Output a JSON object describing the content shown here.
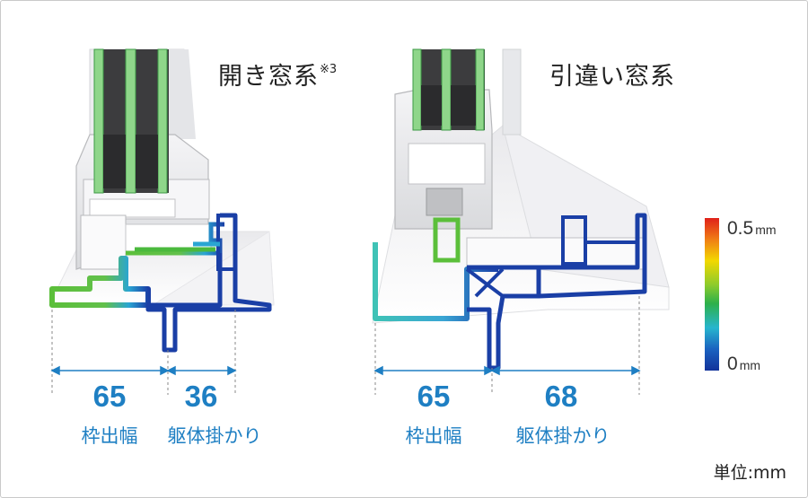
{
  "left": {
    "title": "開き窓系",
    "title_note": "※3",
    "dim_frame_value": "65",
    "dim_frame_label": "枠出幅",
    "dim_body_value": "36",
    "dim_body_label": "躯体掛かり"
  },
  "right": {
    "title": "引違い窓系",
    "dim_frame_value": "65",
    "dim_frame_label": "枠出幅",
    "dim_body_value": "68",
    "dim_body_label": "躯体掛かり"
  },
  "legend": {
    "max_value": "0.5",
    "min_value": "0",
    "unit": "mm",
    "colors": [
      "#e0201a",
      "#f07d15",
      "#f2d800",
      "#8ccb2c",
      "#2db04a",
      "#27b5ce",
      "#1a62c0",
      "#12329a"
    ]
  },
  "unit_note": "単位:mm",
  "colors": {
    "dimension": "#1e7fc3",
    "glass_green": "#7fce7a",
    "deform_blue": "#1a3fa6"
  }
}
